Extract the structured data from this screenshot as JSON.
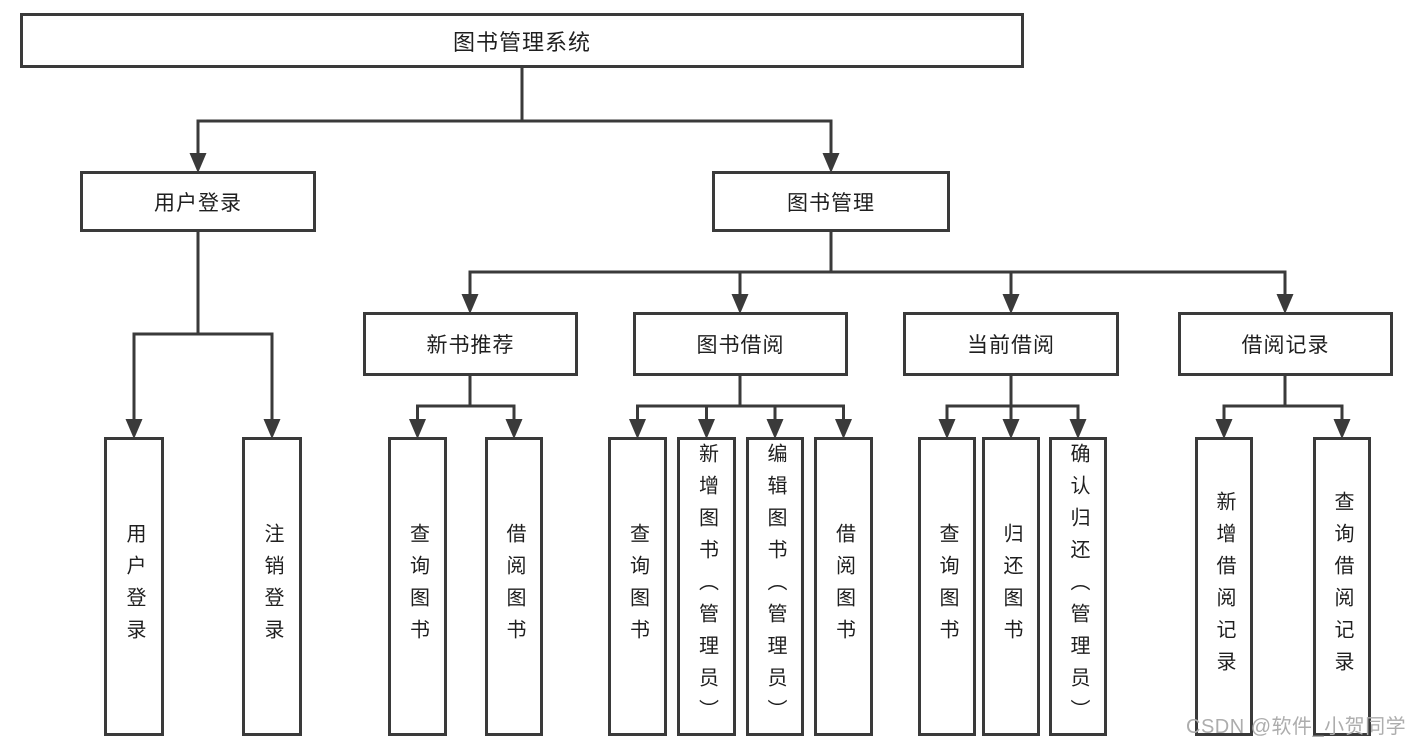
{
  "diagram": {
    "title": "图书管理系统",
    "tree": {
      "label": "图书管理系统",
      "children": [
        {
          "label": "用户登录",
          "children": [
            {
              "label": "用户登录"
            },
            {
              "label": "注销登录"
            }
          ]
        },
        {
          "label": "图书管理",
          "children": [
            {
              "label": "新书推荐",
              "children": [
                {
                  "label": "查询图书"
                },
                {
                  "label": "借阅图书"
                }
              ]
            },
            {
              "label": "图书借阅",
              "children": [
                {
                  "label": "查询图书"
                },
                {
                  "label": "新增图书（管理员）"
                },
                {
                  "label": "编辑图书（管理员）"
                },
                {
                  "label": "借阅图书"
                }
              ]
            },
            {
              "label": "当前借阅",
              "children": [
                {
                  "label": "查询图书"
                },
                {
                  "label": "归还图书"
                },
                {
                  "label": "确认归还（管理员）"
                }
              ]
            },
            {
              "label": "借阅记录",
              "children": [
                {
                  "label": "新增借阅记录"
                },
                {
                  "label": "查询借阅记录"
                }
              ]
            }
          ]
        }
      ]
    }
  },
  "watermark": {
    "text": "CSDN @软件_小贺同学"
  },
  "colors": {
    "line": "#3a3a3a",
    "ink": "#1f1f1f",
    "watermark": "#adadad",
    "background": "#ffffff"
  }
}
